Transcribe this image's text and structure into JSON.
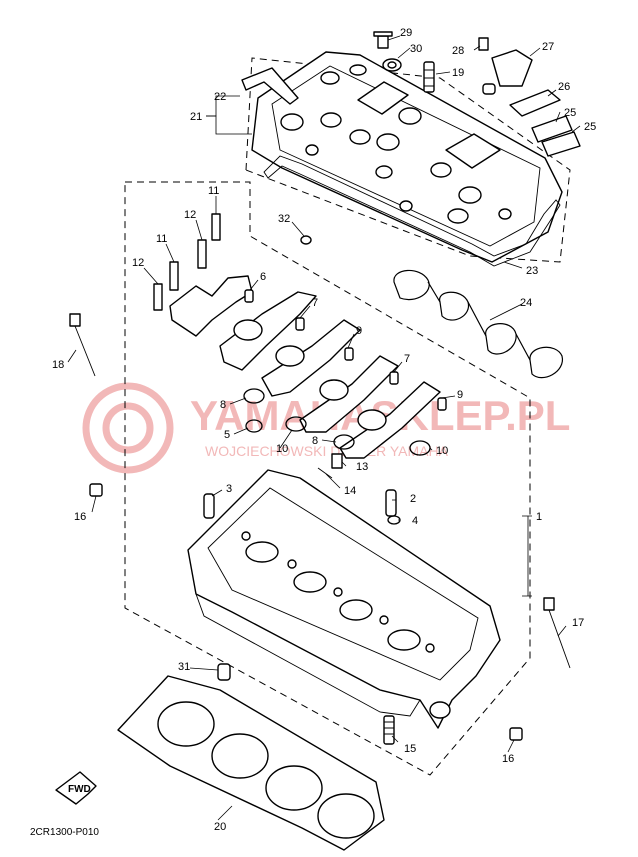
{
  "diagram_code": "2CR1300-P010",
  "fwd_label": "FWD",
  "watermark": {
    "line1": "YAMAHASKLEP.PL",
    "line2": "WOJCIECHOWSKI DEALER YAMAHA"
  },
  "callouts": {
    "c1": "1",
    "c2": "2",
    "c3": "3",
    "c4": "4",
    "c5": "5",
    "c6": "6",
    "c7a": "7",
    "c7b": "7",
    "c8a": "8",
    "c8b": "8",
    "c9a": "9",
    "c9b": "9",
    "c10a": "10",
    "c10b": "10",
    "c11a": "11",
    "c11b": "11",
    "c12a": "12",
    "c12b": "12",
    "c13": "13",
    "c14": "14",
    "c15": "15",
    "c16a": "16",
    "c16b": "16",
    "c17": "17",
    "c18": "18",
    "c19": "19",
    "c20": "20",
    "c21": "21",
    "c22": "22",
    "c23": "23",
    "c24": "24",
    "c25a": "25",
    "c25b": "25",
    "c26": "26",
    "c27": "27",
    "c28": "28",
    "c29": "29",
    "c30": "30",
    "c31": "31",
    "c32": "32"
  }
}
